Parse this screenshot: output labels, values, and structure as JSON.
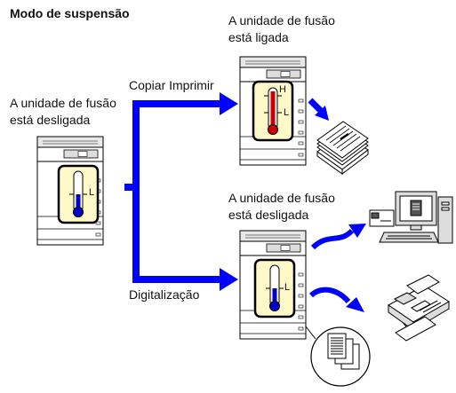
{
  "title": "Modo de suspensão",
  "state_off": {
    "line1": "A unidade de fusão",
    "line2": "está desligada"
  },
  "state_on": {
    "line1": "A unidade de fusão",
    "line2": "está ligada"
  },
  "state_scan": {
    "line1": "A unidade de fusão",
    "line2": "está desligada"
  },
  "label_copy_print": "Copiar Imprimir",
  "label_scan": "Digitalização",
  "thermometer_high_label": "H",
  "thermometer_low_label": "L",
  "colors": {
    "arrow": "#0000ff",
    "therm_hot": "#cc0000",
    "therm_cold": "#0000cc",
    "therm_bg": "#fff8c8"
  }
}
